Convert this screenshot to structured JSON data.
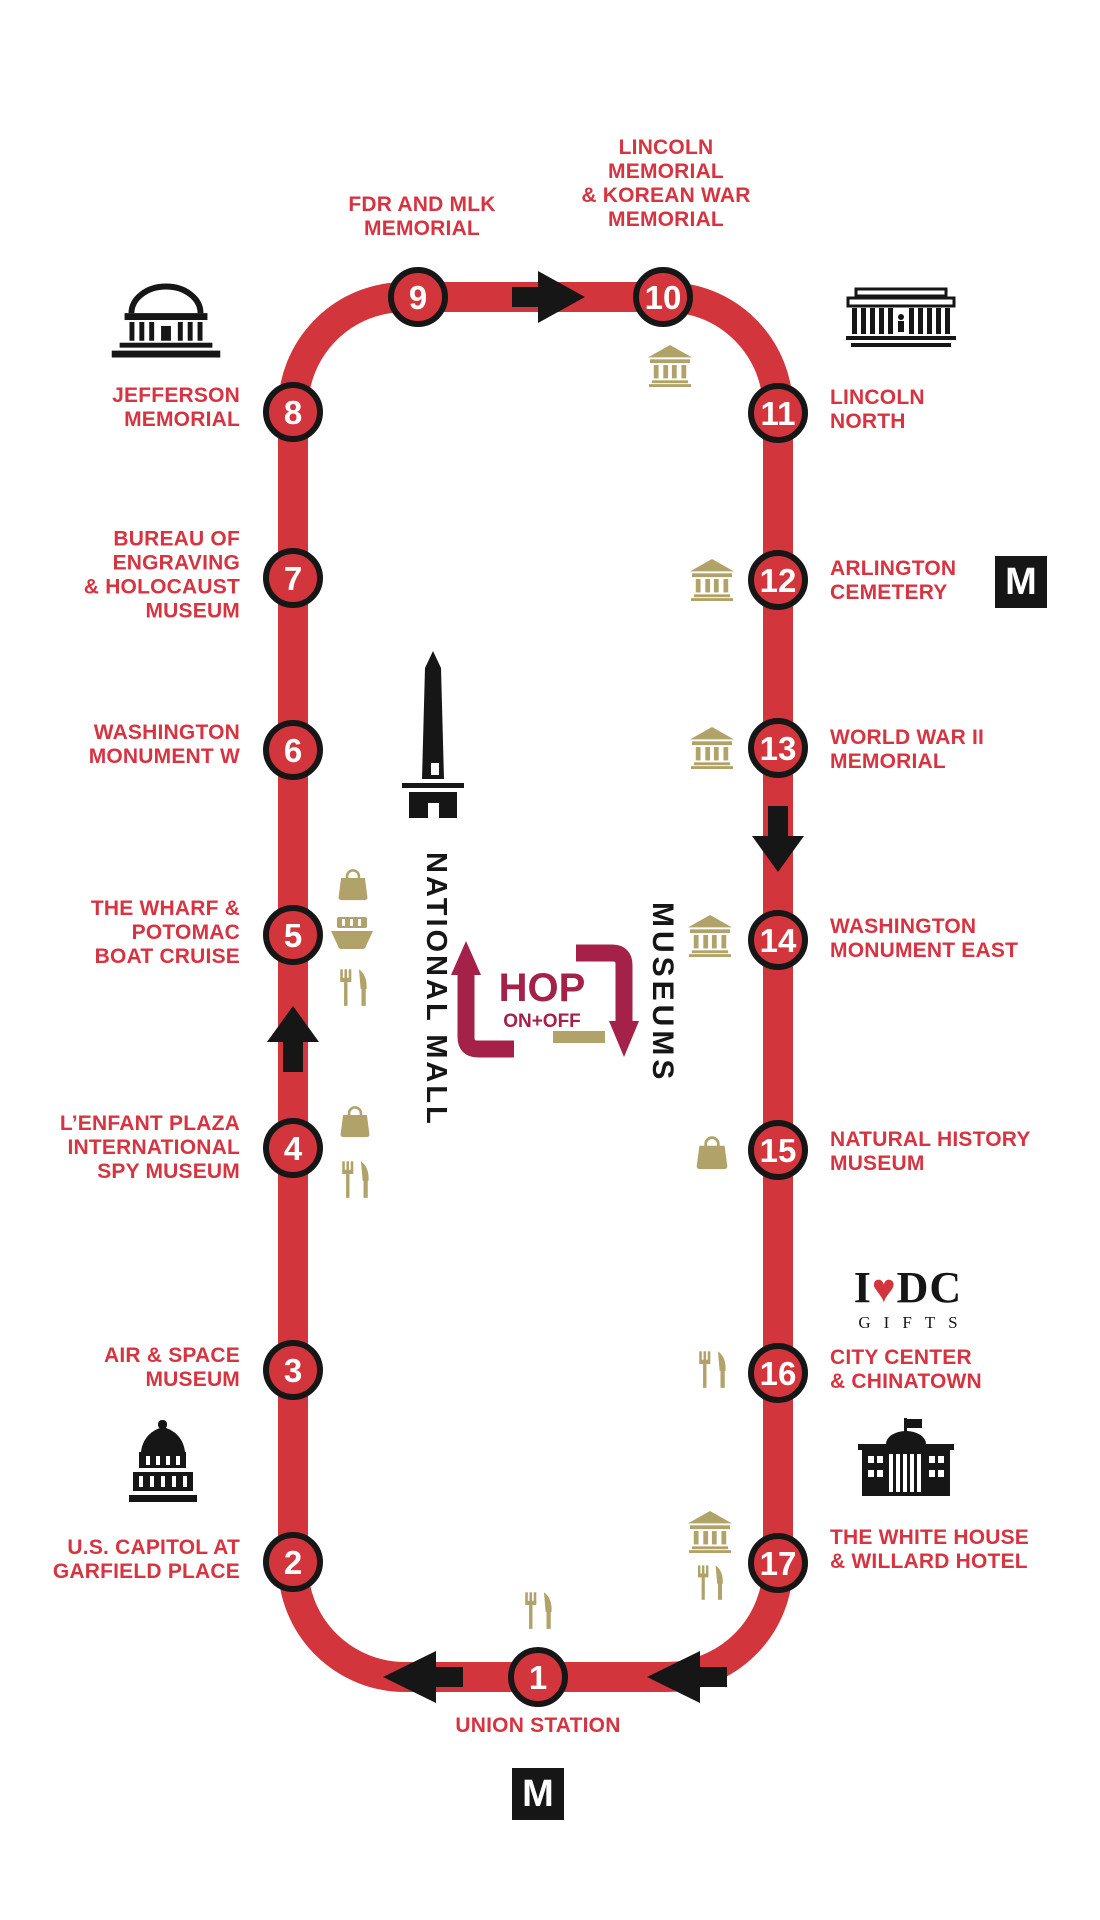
{
  "map_type": "hop-on-hop-off-bus-route-loop",
  "stops": [
    {
      "number": "1",
      "label": "UNION STATION",
      "amenity_icons": [
        "fork-knife"
      ],
      "metro": true
    },
    {
      "number": "2",
      "label": "U.S. CAPITOL AT\nGARFIELD PLACE",
      "landmark_icon": "us-capitol"
    },
    {
      "number": "3",
      "label": "AIR & SPACE\nMUSEUM"
    },
    {
      "number": "4",
      "label": "L’ENFANT PLAZA\nINTERNATIONAL\nSPY MUSEUM",
      "amenity_icons": [
        "shopping-bag",
        "fork-knife"
      ]
    },
    {
      "number": "5",
      "label": "THE WHARF &\nPOTOMAC\nBOAT CRUISE",
      "amenity_icons": [
        "shopping-bag",
        "boat",
        "fork-knife"
      ]
    },
    {
      "number": "6",
      "label": "WASHINGTON\nMONUMENT W"
    },
    {
      "number": "7",
      "label": "BUREAU OF\nENGRAVING\n& HOLOCAUST\nMUSEUM"
    },
    {
      "number": "8",
      "label": "JEFFERSON\nMEMORIAL",
      "landmark_icon": "jefferson-memorial"
    },
    {
      "number": "9",
      "label": "FDR AND MLK\nMEMORIAL"
    },
    {
      "number": "10",
      "label": "LINCOLN\nMEMORIAL\n& KOREAN WAR\nMEMORIAL",
      "amenity_icons": [
        "museum"
      ]
    },
    {
      "number": "11",
      "label": "LINCOLN\nNORTH",
      "landmark_icon": "lincoln-memorial"
    },
    {
      "number": "12",
      "label": "ARLINGTON\nCEMETERY",
      "amenity_icons": [
        "museum"
      ],
      "metro": true
    },
    {
      "number": "13",
      "label": "WORLD WAR II\nMEMORIAL",
      "amenity_icons": [
        "museum"
      ]
    },
    {
      "number": "14",
      "label": "WASHINGTON\nMONUMENT EAST",
      "amenity_icons": [
        "museum"
      ]
    },
    {
      "number": "15",
      "label": "NATURAL HISTORY\nMUSEUM",
      "amenity_icons": [
        "shopping-bag"
      ]
    },
    {
      "number": "16",
      "label": "CITY CENTER\n& CHINATOWN",
      "amenity_icons": [
        "fork-knife"
      ]
    },
    {
      "number": "17",
      "label": "THE WHITE HOUSE\n& WILLARD HOTEL",
      "landmark_icon": "white-house",
      "amenity_icons": [
        "museum",
        "fork-knife"
      ]
    }
  ],
  "center": {
    "national_mall": "NATIONAL MALL",
    "museums": "MUSEUMS",
    "landmark_icon": "washington-monument",
    "hop_logo": {
      "line1": "HOP",
      "line2": "ON+OFF"
    }
  },
  "gifts_logo": {
    "i": "I",
    "heart": "♥",
    "dc": "DC",
    "subtitle": "GIFTS"
  },
  "metro": {
    "letter": "M"
  },
  "route": {
    "shape": "rounded-rectangle-loop",
    "direction_arrows": [
      "right-on-top-segment",
      "down-on-right-segment",
      "up-on-left-segment",
      "left-on-bottom-segment",
      "left-on-bottom-segment"
    ]
  },
  "colors": {
    "route_red": "#d2353c",
    "label_red": "#d63440",
    "tan": "#b0a269",
    "maroon": "#a42149",
    "black": "#161616",
    "white": "#ffffff"
  }
}
